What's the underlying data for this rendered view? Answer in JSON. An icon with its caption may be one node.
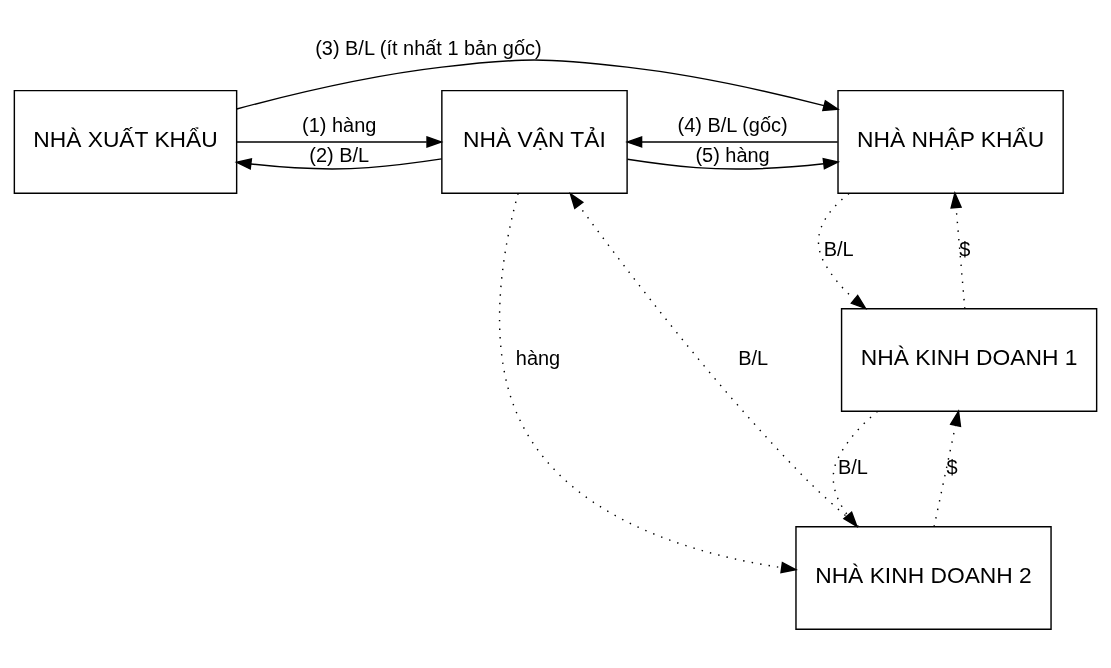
{
  "diagram": {
    "nodes": [
      {
        "text": [
          "NHÀ XUẤT KHẨU"
        ]
      },
      {
        "text": [
          "NHÀ VẬN TẢI"
        ]
      },
      {
        "text": [
          "NHÀ NHẬP KHẨU"
        ]
      },
      {
        "text": [
          "NHÀ KINH DOANH 1"
        ]
      },
      {
        "text": [
          "NHÀ KINH DOANH 2"
        ]
      }
    ],
    "edges": [
      {
        "from": 0,
        "to": 2,
        "arrow": "to",
        "label": "(3) B/L (ít nhất 1 bản gốc)"
      },
      {
        "from": 0,
        "to": 1,
        "arrow": "to",
        "label": "(1) hàng"
      },
      {
        "from": 1,
        "to": 0,
        "arrow": "to",
        "label": "(2) B/L"
      },
      {
        "from": 1,
        "to": 2,
        "arrow": "to",
        "label": "(5) hàng"
      },
      {
        "from": 2,
        "to": 1,
        "arrow": "to",
        "label": "(4) B/L (gốc)"
      },
      {
        "from": 2,
        "to": 3,
        "arrow": "to",
        "label": "B/L",
        "style": "dashed"
      },
      {
        "from": 3,
        "to": 2,
        "arrow": "to",
        "label": "$",
        "style": "dashed"
      },
      {
        "from": 3,
        "to": 4,
        "arrow": "to",
        "label": "B/L",
        "style": "dashed"
      },
      {
        "from": 4,
        "to": 3,
        "arrow": "to",
        "label": "$",
        "style": "dashed"
      },
      {
        "from": 1,
        "to": 4,
        "arrow": "to",
        "label": "hàng",
        "style": "dashed"
      },
      {
        "from": 4,
        "to": 1,
        "arrow": "to",
        "label": "B/L",
        "style": "dashed"
      }
    ]
  }
}
